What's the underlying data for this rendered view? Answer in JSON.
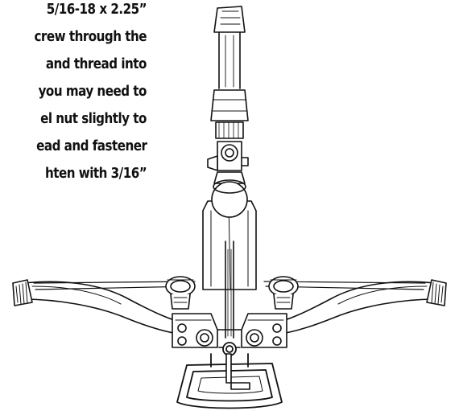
{
  "instructions": {
    "lines": [
      "5/16-18 x 2.25”",
      "crew through the",
      "and thread into",
      "you may need to",
      "el nut slightly to",
      "ead and fastener",
      "hten with 3/16”"
    ]
  },
  "colors": {
    "ink": "#111111",
    "background": "#ffffff"
  },
  "drawing": {
    "subject": "crossbow line drawing",
    "parts": [
      "scope",
      "scope-mount-rings",
      "stock",
      "limbs",
      "cams",
      "bowstring",
      "foot-stirrup",
      "allen-key"
    ]
  }
}
